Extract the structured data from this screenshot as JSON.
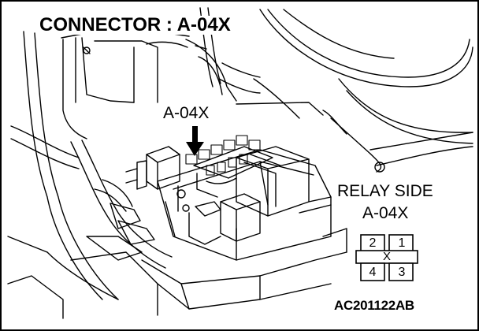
{
  "title": "CONNECTOR : A-04X",
  "callout_label": "A-04X",
  "relay_side": {
    "line1": "RELAY SIDE",
    "line2": "A-04X"
  },
  "connector_pins": {
    "top_left": "2",
    "top_right": "1",
    "bottom_left": "4",
    "bottom_right": "3",
    "center_mark": "X"
  },
  "figure_code": "AC201122AB",
  "colors": {
    "ink": "#000000",
    "paper": "#ffffff"
  }
}
